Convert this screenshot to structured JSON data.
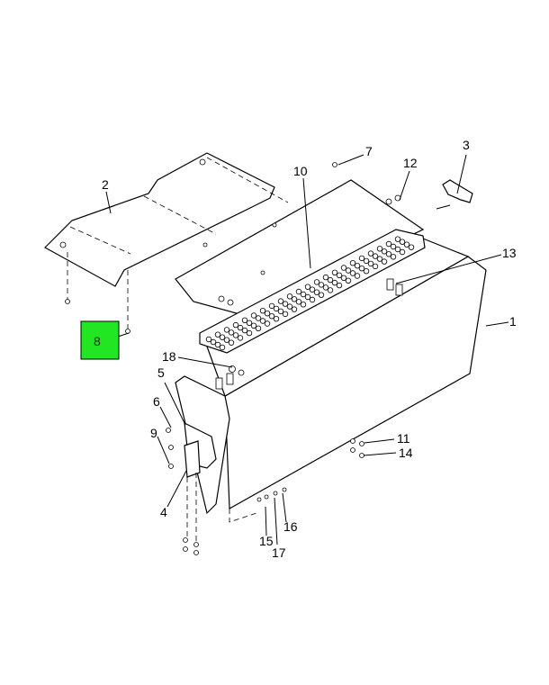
{
  "diagram": {
    "highlight_color": "#22e622",
    "callouts": [
      {
        "id": "c1",
        "label": "1"
      },
      {
        "id": "c2",
        "label": "2"
      },
      {
        "id": "c3",
        "label": "3"
      },
      {
        "id": "c4",
        "label": "4"
      },
      {
        "id": "c5",
        "label": "5"
      },
      {
        "id": "c6",
        "label": "6"
      },
      {
        "id": "c7",
        "label": "7"
      },
      {
        "id": "c8",
        "label": "8",
        "highlighted": true
      },
      {
        "id": "c9",
        "label": "9"
      },
      {
        "id": "c10",
        "label": "10"
      },
      {
        "id": "c11",
        "label": "11"
      },
      {
        "id": "c12",
        "label": "12"
      },
      {
        "id": "c13",
        "label": "13"
      },
      {
        "id": "c14",
        "label": "14"
      },
      {
        "id": "c15",
        "label": "15"
      },
      {
        "id": "c16",
        "label": "16"
      },
      {
        "id": "c17",
        "label": "17"
      },
      {
        "id": "c18",
        "label": "18"
      }
    ]
  }
}
